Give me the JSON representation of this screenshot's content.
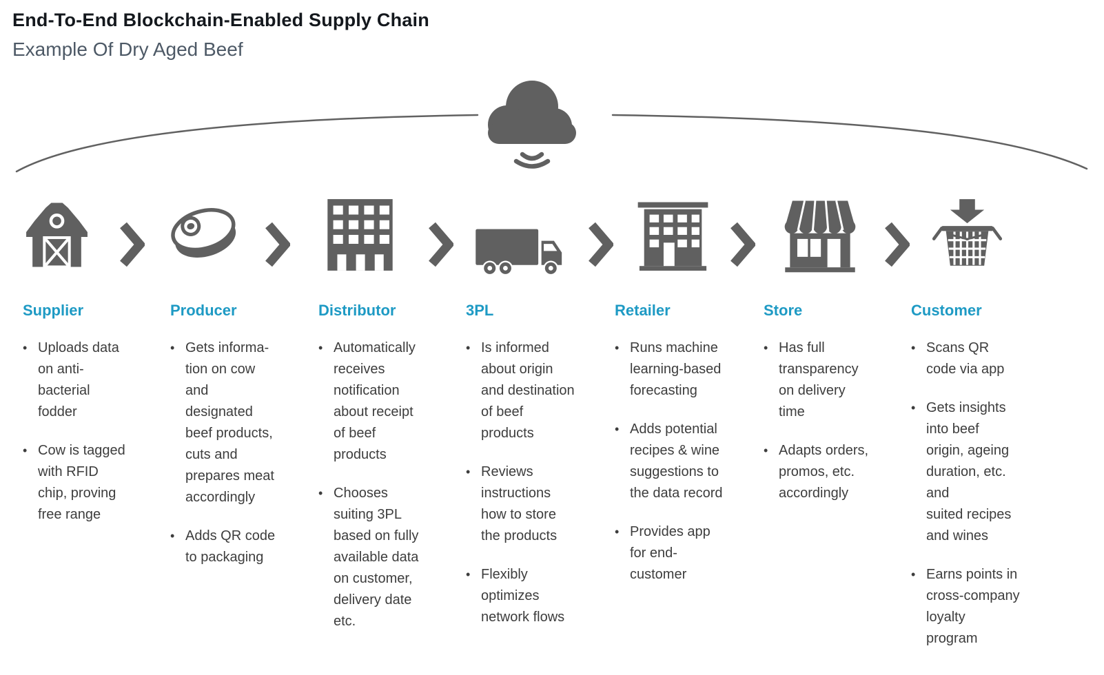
{
  "header": {
    "title": "End-To-End Blockchain-Enabled Supply Chain",
    "subtitle": "Example Of Dry Aged Beef"
  },
  "colors": {
    "stage_title_blue": "#1e9ac4",
    "icon_gray": "#606060",
    "arc_line_gray": "#616161",
    "body_text": "#3d3d3d",
    "title_text": "#14181d",
    "subtitle_text": "#4d5966"
  },
  "ui": {
    "bullet_char": "•"
  },
  "cloud": {
    "icon": "cloud-with-signal-icon"
  },
  "stages": [
    {
      "name": "Supplier",
      "icon": "barn-icon",
      "bullets": [
        "Uploads data\non anti-\nbacterial\nfodder",
        "Cow is tagged\nwith RFID\nchip, proving\nfree range"
      ]
    },
    {
      "name": "Producer",
      "icon": "meat-steak-icon",
      "bullets": [
        "Gets informa-\ntion on cow\nand\ndesignated\nbeef products,\ncuts and\nprepares meat\naccordingly",
        "Adds QR code\nto packaging"
      ]
    },
    {
      "name": "Distributor",
      "icon": "office-building-icon",
      "bullets": [
        "Automatically\nreceives\nnotification\nabout receipt\nof beef\nproducts",
        "Chooses\nsuiting 3PL\nbased on fully\navailable data\non customer,\ndelivery date\netc."
      ]
    },
    {
      "name": "3PL",
      "icon": "truck-icon",
      "bullets": [
        "Is informed\nabout origin\nand destination\nof beef\nproducts",
        "Reviews\ninstructions\nhow to store\nthe products",
        "Flexibly\noptimizes\nnetwork flows"
      ]
    },
    {
      "name": "Retailer",
      "icon": "retail-building-icon",
      "bullets": [
        "Runs machine\nlearning-based\nforecasting",
        "Adds potential\nrecipes & wine\nsuggestions to\nthe data record",
        "Provides app\nfor end-\ncustomer"
      ]
    },
    {
      "name": "Store",
      "icon": "storefront-icon",
      "bullets": [
        "Has full\ntransparency\non delivery\ntime",
        "Adapts orders,\npromos, etc.\naccordingly"
      ]
    },
    {
      "name": "Customer",
      "icon": "shopping-basket-icon",
      "bullets": [
        "Scans QR\ncode via app",
        "Gets insights\ninto beef\norigin, ageing\nduration, etc.\nand\nsuited recipes\nand wines",
        "Earns points in\ncross-company\nloyalty\nprogram"
      ]
    }
  ]
}
